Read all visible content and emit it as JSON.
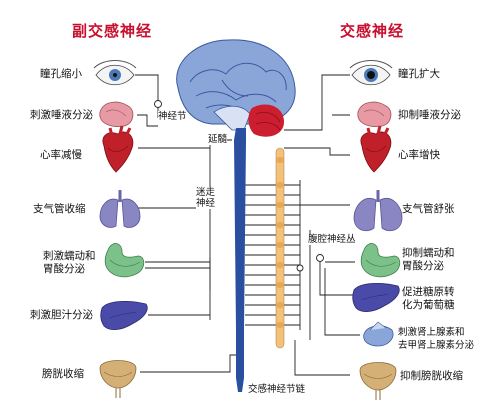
{
  "titles": {
    "parasympathetic": "副交感神经",
    "sympathetic": "交感神经"
  },
  "left_labels": [
    {
      "id": "pupil",
      "text": "瞳孔缩小"
    },
    {
      "id": "saliva",
      "text": "刺激唾液分泌"
    },
    {
      "id": "heart",
      "text": "心率减慢"
    },
    {
      "id": "bronchi",
      "text": "支气管收缩"
    },
    {
      "id": "stomach",
      "text": [
        "刺激蠕动和",
        "胃酸分泌"
      ]
    },
    {
      "id": "bile",
      "text": "刺激胆汁分泌"
    },
    {
      "id": "bladder",
      "text": "膀胱收缩"
    }
  ],
  "right_labels": [
    {
      "id": "pupil",
      "text": "瞳孔扩大"
    },
    {
      "id": "saliva",
      "text": "抑制唾液分泌"
    },
    {
      "id": "heart",
      "text": "心率增快"
    },
    {
      "id": "bronchi",
      "text": "支气管舒张"
    },
    {
      "id": "stomach",
      "text": [
        "抑制蠕动和",
        "胃酸分泌"
      ]
    },
    {
      "id": "liver",
      "text": [
        "促进糖原转",
        "化为葡萄糖"
      ]
    },
    {
      "id": "adrenal",
      "text": [
        "刺激肾上腺素和",
        "去甲肾上腺素分泌"
      ]
    },
    {
      "id": "bladder",
      "text": "抑制膀胱收缩"
    }
  ],
  "center_labels": {
    "ganglion": "神经节",
    "medulla": "延髓",
    "vagus": [
      "迷走",
      "神经"
    ],
    "celiac": "腹腔神经丛",
    "chain": "交感神经节链"
  },
  "colors": {
    "title": "#c8102e",
    "spinal_cord": "#2b4fa0",
    "sympathetic_chain": "#f2c27a",
    "brain": "#6f8fc9",
    "cerebellum": "#cc1e2e",
    "heart": "#c0202a",
    "lung": "#8a86c4",
    "stomach": "#7cc08a",
    "liver": "#4a4aa8",
    "bladder": "#d4b076",
    "salivary": "#e79aa3"
  }
}
